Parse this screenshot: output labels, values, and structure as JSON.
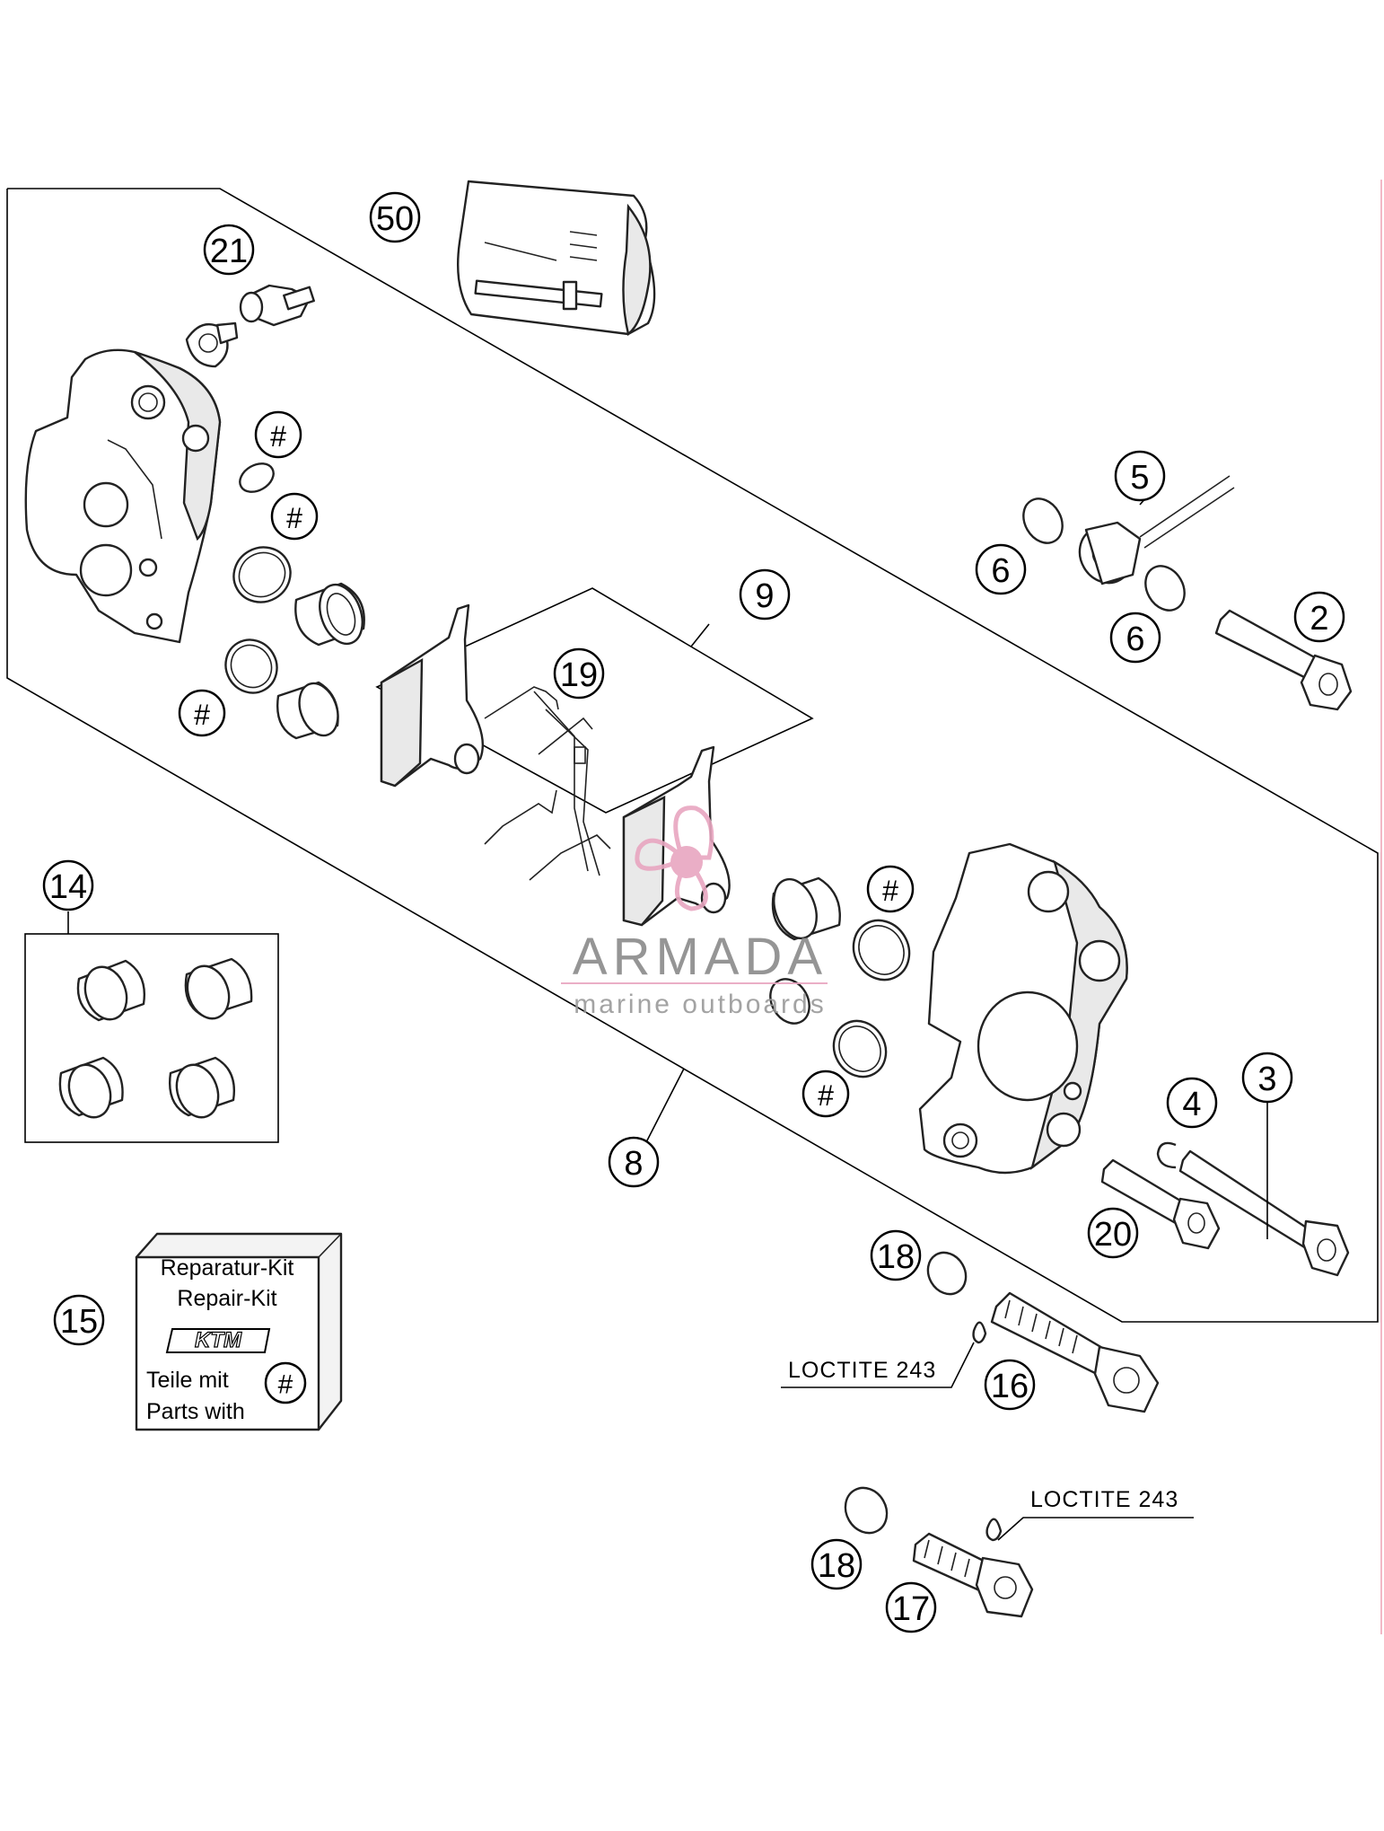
{
  "callouts": [
    {
      "label": "50"
    },
    {
      "label": "21"
    },
    {
      "label": "#"
    },
    {
      "label": "#"
    },
    {
      "label": "#"
    },
    {
      "label": "5"
    },
    {
      "label": "6"
    },
    {
      "label": "6"
    },
    {
      "label": "2"
    },
    {
      "label": "9"
    },
    {
      "label": "19"
    },
    {
      "label": "14"
    },
    {
      "label": "#"
    },
    {
      "label": "#"
    },
    {
      "label": "8"
    },
    {
      "label": "4"
    },
    {
      "label": "3"
    },
    {
      "label": "20"
    },
    {
      "label": "18"
    },
    {
      "label": "16"
    },
    {
      "label": "15"
    },
    {
      "label": "18"
    },
    {
      "label": "17"
    }
  ],
  "repair_kit": {
    "line1": "Reparatur-Kit",
    "line2": "Repair-Kit",
    "brand": "KTM",
    "line3": "Teile mit",
    "line4": "Parts with",
    "marker": "#"
  },
  "notes": {
    "loctite_1": "LOCTITE 243",
    "loctite_2": "LOCTITE 243"
  },
  "watermark": {
    "brand": "ARMADA",
    "tagline": "marine outboards",
    "color": "#e8a6c0"
  }
}
